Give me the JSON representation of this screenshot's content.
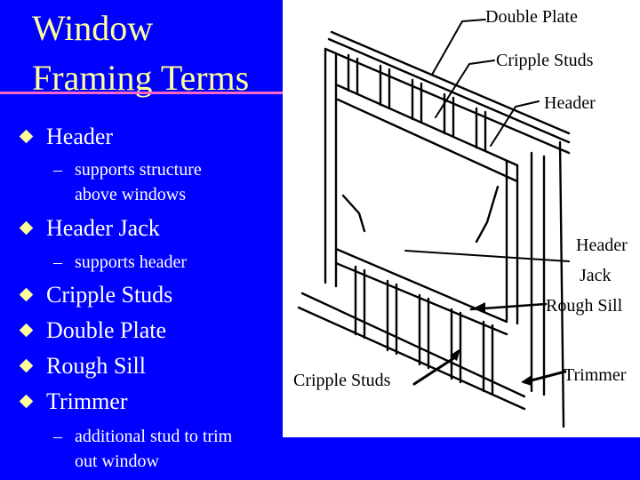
{
  "title": {
    "line1": "Window",
    "line2": "Framing Terms"
  },
  "bullets": {
    "header": "Header",
    "header_sub": "– supports structure above windows",
    "header_sub_1": "supports structure",
    "header_sub_2": "above windows",
    "header_jack": "Header Jack",
    "header_jack_sub": "supports header",
    "cripple_studs": "Cripple Studs",
    "double_plate": "Double Plate",
    "rough_sill": "Rough Sill",
    "trimmer": "Trimmer",
    "trimmer_sub_1": "additional stud to trim",
    "trimmer_sub_2": "out window"
  },
  "diagram_labels": {
    "double_plate": "Double Plate",
    "cripple_studs_top": "Cripple Studs",
    "header": "Header",
    "header_jack_1": "Header",
    "header_jack_2": "Jack",
    "rough_sill": "Rough Sill",
    "cripple_studs_bottom": "Cripple Studs",
    "trimmer": "Trimmer"
  },
  "colors": {
    "background": "#0000ff",
    "title": "#ffff99",
    "rule": "#ff66cc",
    "bullet_marker": "#ffff99",
    "text": "#ffffff",
    "panel": "#ffffff"
  }
}
